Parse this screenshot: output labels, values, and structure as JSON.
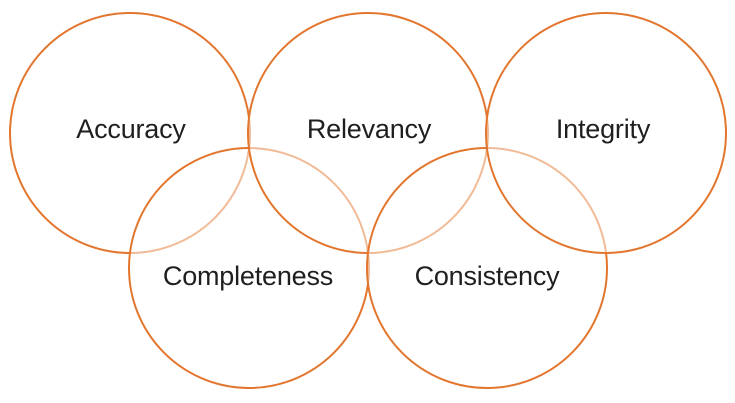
{
  "diagram": {
    "type": "overlapping-circles-venn",
    "background": "#FFFFFF",
    "circles": [
      {
        "label": "Accuracy",
        "row": "top",
        "z_order": 1
      },
      {
        "label": "Completeness",
        "row": "bottom",
        "z_order": 2
      },
      {
        "label": "Relevancy",
        "row": "top",
        "z_order": 3
      },
      {
        "label": "Consistency",
        "row": "bottom",
        "z_order": 4
      },
      {
        "label": "Integrity",
        "row": "top",
        "z_order": 5
      }
    ],
    "colors": {
      "circle_stroke": "#E2762E",
      "circle_stroke_faded": "#F3BE9A",
      "label_color": "#1F1F1F"
    }
  }
}
